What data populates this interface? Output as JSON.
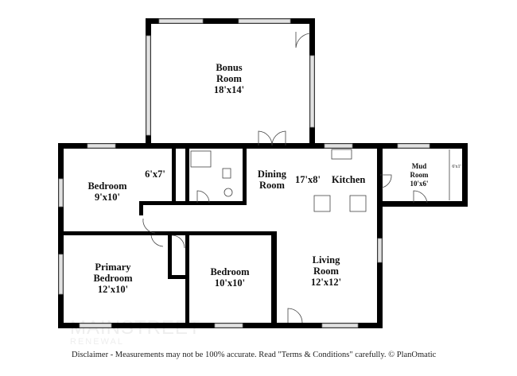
{
  "rooms": {
    "bonus": {
      "name": "Bonus Room",
      "line1": "Bonus",
      "line2": "Room",
      "size": "18'x14'"
    },
    "bedroom1": {
      "name": "Bedroom",
      "size": "9'x10'"
    },
    "closet": {
      "size": "6'x7'"
    },
    "dining": {
      "line1": "Dining",
      "line2": "Room"
    },
    "kitchen": {
      "size": "17'x8'",
      "name": "Kitchen"
    },
    "mud": {
      "line1": "Mud",
      "line2": "Room",
      "size": "10'x6'"
    },
    "mud_closet": {
      "size": "6'x1'"
    },
    "primary": {
      "line1": "Primary",
      "line2": "Bedroom",
      "size": "12'x10'"
    },
    "bedroom2": {
      "name": "Bedroom",
      "size": "10'x10'"
    },
    "living": {
      "line1": "Living",
      "line2": "Room",
      "size": "12'x12'"
    }
  },
  "watermark": {
    "line1": "MAINSTREET",
    "line2": "RENEWAL"
  },
  "disclaimer": "Disclaimer - Measurements may not be 100% accurate. Read \"Terms & Conditions\" carefully. © PlanOmatic",
  "colors": {
    "wall": "#000000",
    "window": "#d9d9d9",
    "background": "#ffffff"
  }
}
